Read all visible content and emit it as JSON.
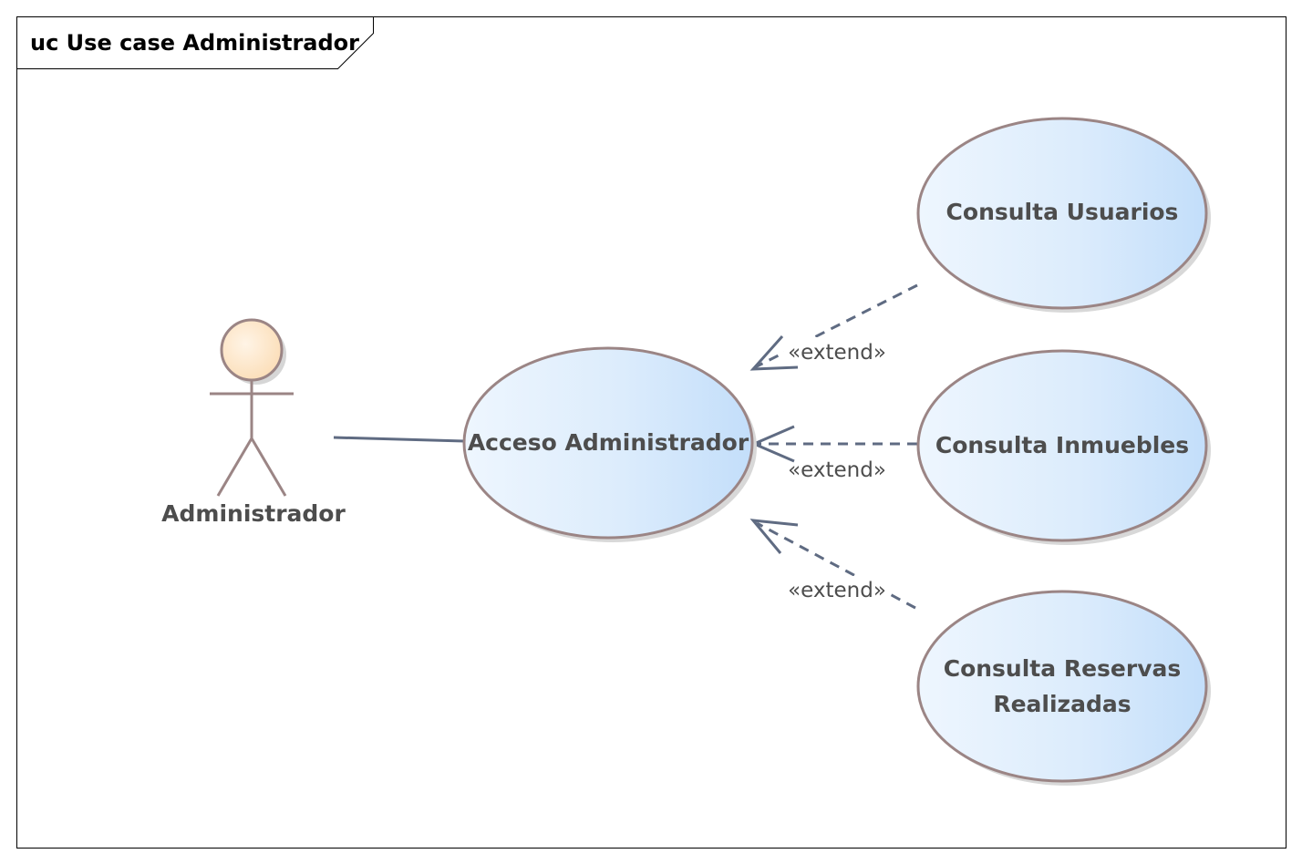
{
  "frame": {
    "title": "uc Use case Administrador"
  },
  "actor": {
    "name": "Administrador"
  },
  "use_cases": {
    "main": "Acceso Administrador",
    "usuarios": "Consulta Usuarios",
    "inmuebles": "Consulta Inmuebles",
    "reservas_line1": "Consulta Reservas",
    "reservas_line2": "Realizadas"
  },
  "relations": {
    "extend_usuarios": "«extend»",
    "extend_inmuebles": "«extend»",
    "extend_reservas": "«extend»"
  },
  "colors": {
    "ellipse_fill_light": "#eaf4fd",
    "ellipse_fill_dark": "#c5e0f9",
    "ellipse_stroke": "#9b8585",
    "actor_head_fill": "#fde8cc",
    "connector": "#5f6b82"
  }
}
